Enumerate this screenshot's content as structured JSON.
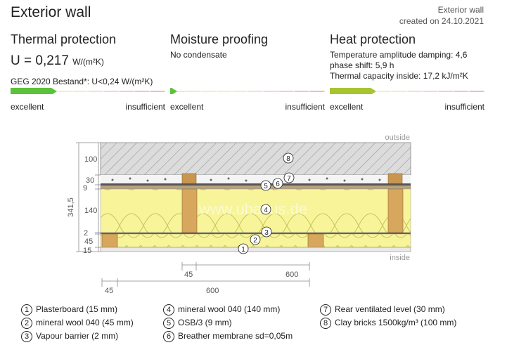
{
  "header": {
    "title": "Exterior wall",
    "meta_line1": "Exterior wall",
    "meta_line2": "created on 24.10.2021"
  },
  "thermal": {
    "heading": "Thermal protection",
    "u_value": "U = 0,217",
    "u_unit": "W/(m²K)",
    "requirement": "GEG 2020 Bestand*: U<0,24 W/(m²K)",
    "rating_fraction": 0.3,
    "label_left": "excellent",
    "label_right": "insufficient"
  },
  "moisture": {
    "heading": "Moisture proofing",
    "status": "No condensate",
    "rating_fraction": 0.04,
    "label_left": "excellent",
    "label_right": "insufficient"
  },
  "heat": {
    "heading": "Heat protection",
    "line1": "Temperature amplitude damping: 4,6",
    "line2": "phase shift: 5,9 h",
    "line3": "Thermal capacity inside: 17,2 kJ/m²K",
    "rating_fraction": 0.3,
    "label_left": "excellent",
    "label_right": "insufficient"
  },
  "colors": {
    "green": "#5cc23c",
    "yellowgreen": "#a7c531",
    "insulation": "#f7f49a",
    "wood": "#c9964f",
    "brick": "#dadada"
  },
  "diagram": {
    "outside_label": "outside",
    "inside_label": "inside",
    "watermark": "www.ubakus.de",
    "total_thickness": "341,5",
    "layer_dims": [
      "100",
      "30",
      "9",
      "140",
      "2",
      "45",
      "15"
    ],
    "bottom_dims_row1": [
      "45",
      "600"
    ],
    "bottom_dims_row2": [
      "45",
      "600"
    ],
    "markers": [
      "1",
      "2",
      "3",
      "4",
      "5",
      "6",
      "7",
      "8"
    ]
  },
  "legend": [
    {
      "num": "1",
      "text": "Plasterboard (15 mm)"
    },
    {
      "num": "2",
      "text": "mineral wool 040 (45 mm)"
    },
    {
      "num": "3",
      "text": "Vapour barrier (2 mm)"
    },
    {
      "num": "4",
      "text": "mineral wool 040 (140 mm)"
    },
    {
      "num": "5",
      "text": "OSB/3 (9 mm)"
    },
    {
      "num": "6",
      "text": "Breather membrane sd=0,05m"
    },
    {
      "num": "7",
      "text": "Rear ventilated level (30 mm)"
    },
    {
      "num": "8",
      "text": "Clay bricks 1500kg/m³ (100 mm)"
    }
  ]
}
